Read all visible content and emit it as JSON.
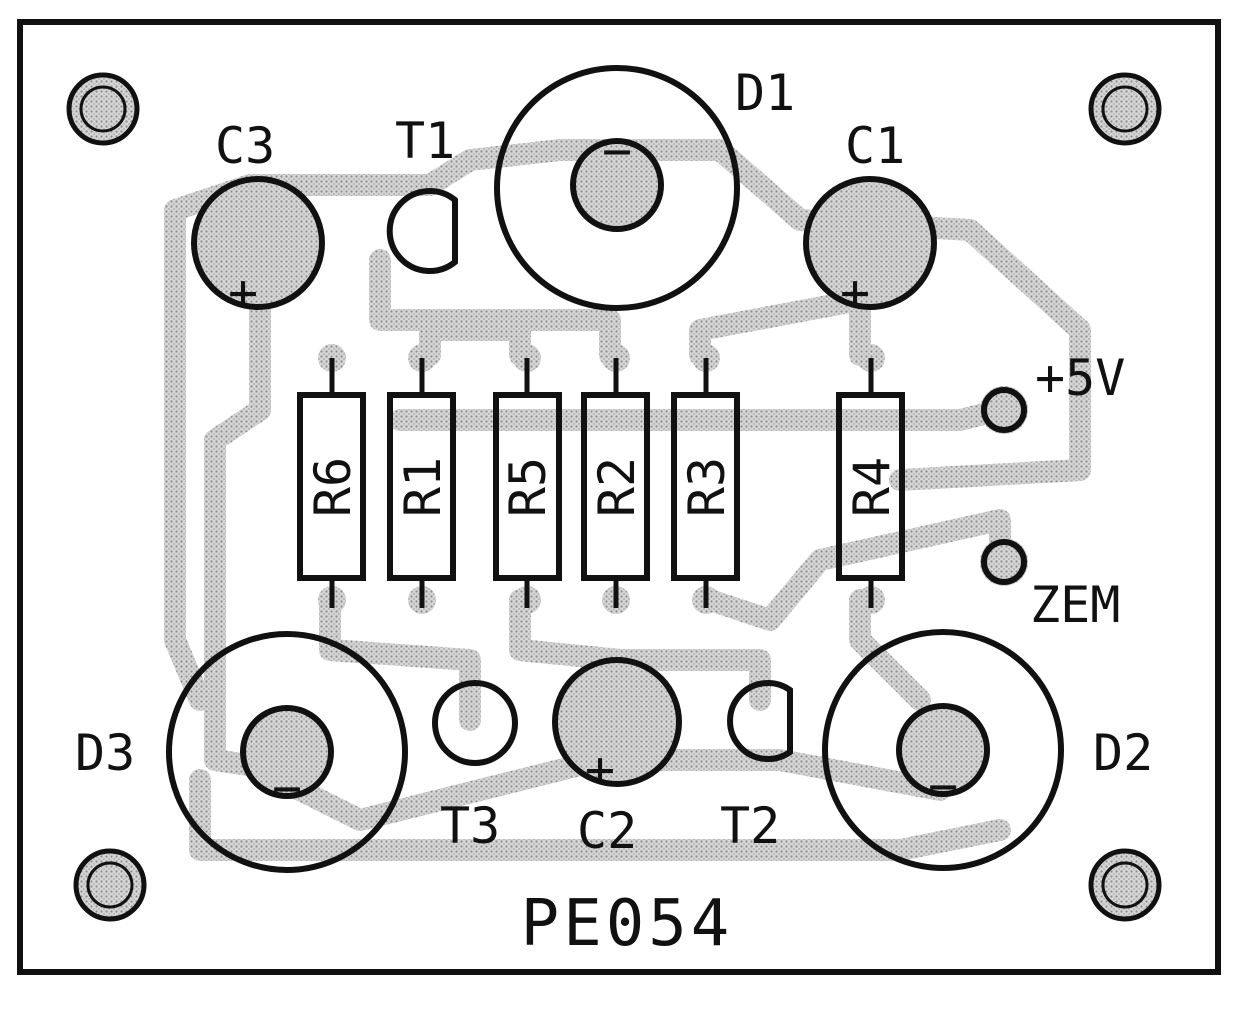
{
  "board": {
    "title": "PE054",
    "ink_color": "#111111",
    "copper_color": "#9a9a9a",
    "background": "#ffffff"
  },
  "labels": {
    "d1": "D1",
    "d2": "D2",
    "d3": "D3",
    "c1": "C1",
    "c2": "C2",
    "c3": "C3",
    "t1": "T1",
    "t2": "T2",
    "t3": "T3",
    "r1": "R1",
    "r2": "R2",
    "r3": "R3",
    "r4": "R4",
    "r5": "R5",
    "r6": "R6",
    "plus5v": "+5V",
    "zem": "ZEM",
    "plus_mark": "+",
    "minus_mark": "−"
  }
}
